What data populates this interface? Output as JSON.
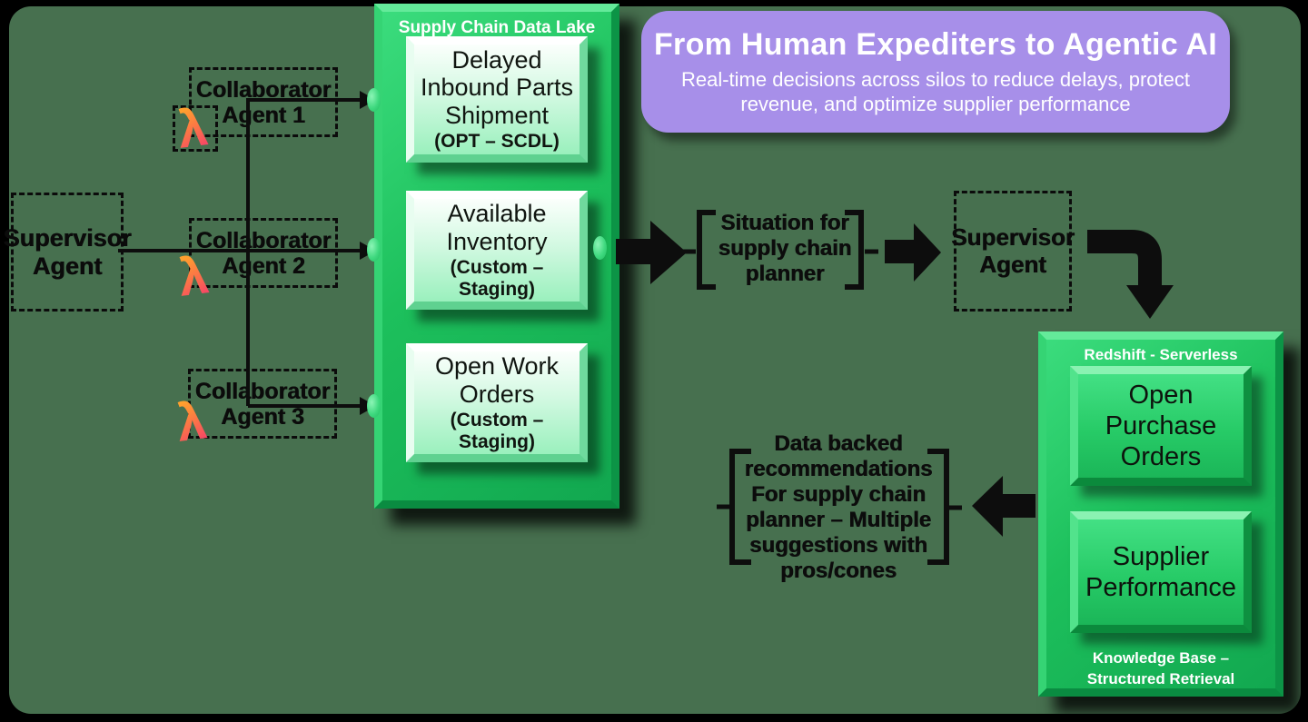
{
  "diagram": {
    "background_color": "#47704f",
    "accent_green": "#1dc05c",
    "accent_purple": "#a78fe9",
    "lambda_symbol": "λ"
  },
  "banner": {
    "title": "From Human Expediters to Agentic AI",
    "subtitle": "Real-time decisions across silos to reduce delays, protect revenue, and optimize supplier performance"
  },
  "agents": {
    "supervisor_left": {
      "lines": [
        "Supervisor",
        "Agent"
      ]
    },
    "supervisor_right": {
      "lines": [
        "Supervisor",
        "Agent"
      ]
    },
    "collaborators": [
      {
        "lines": [
          "Collaborator",
          "Agent 1"
        ]
      },
      {
        "lines": [
          "Collaborator",
          "Agent 2"
        ]
      },
      {
        "lines": [
          "Collaborator",
          "Agent 3"
        ]
      }
    ]
  },
  "data_lake": {
    "title": "Supply Chain Data Lake",
    "items": [
      {
        "name": "Delayed Inbound Parts Shipment",
        "source": "(OPT – SCDL)"
      },
      {
        "name": "Available Inventory",
        "source": "(Custom – Staging)"
      },
      {
        "name": "Open Work Orders",
        "source": "(Custom – Staging)"
      }
    ]
  },
  "situation_note": {
    "lines": [
      "Situation for",
      "supply chain",
      "planner"
    ]
  },
  "recommendation_note": {
    "lines": [
      "Data backed",
      "recommendations",
      "For supply chain",
      "planner – Multiple",
      "suggestions with",
      "pros/cones"
    ]
  },
  "redshift": {
    "title": "Redshift - Serverless",
    "items": [
      {
        "name": "Open Purchase Orders"
      },
      {
        "name": "Supplier Performance"
      }
    ],
    "footer_lines": [
      "Knowledge Base –",
      "Structured Retrieval"
    ]
  }
}
